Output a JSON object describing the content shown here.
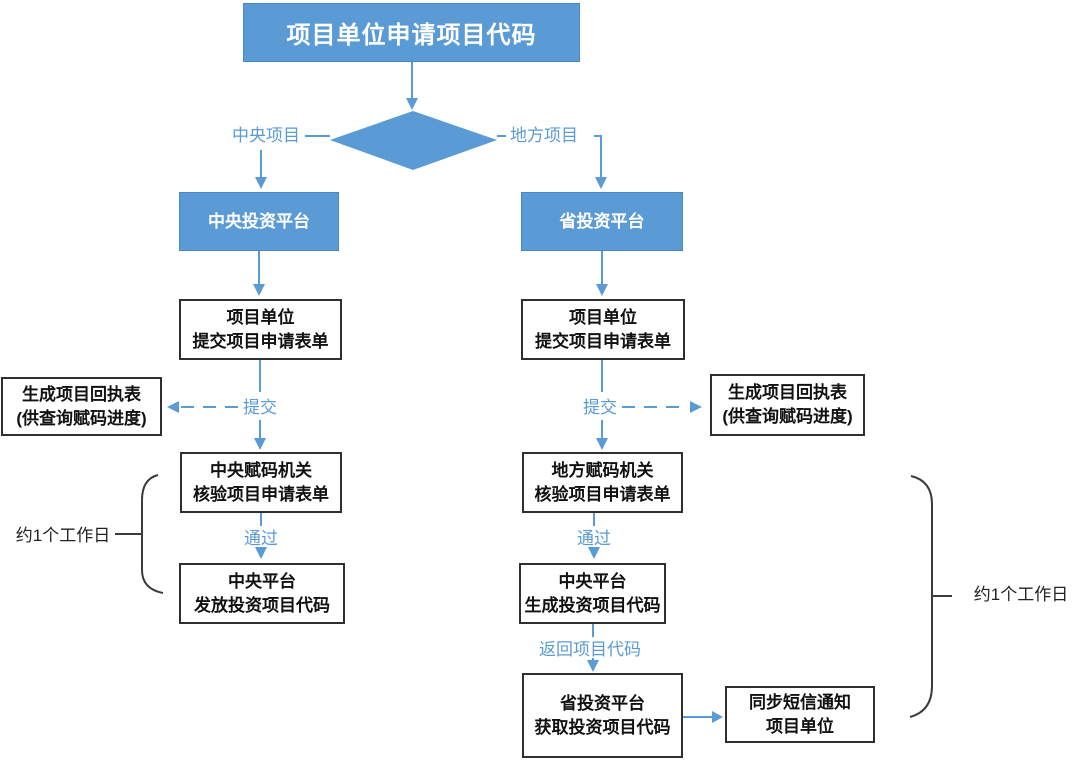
{
  "diagram_title": "项目单位申请项目代码",
  "colors": {
    "shape_blue": "#5b9bd5",
    "arrow_blue": "#5b9bd5",
    "box_border": "#2f2f2f",
    "box_text": "#111111",
    "background": "#ffffff"
  },
  "decision": {
    "left_branch_label": "中央项目",
    "right_branch_label": "地方项目"
  },
  "left_flow": {
    "platform": "中央投资平台",
    "submit_form": "项目单位\n提交项目申请表单",
    "submit_label": "提交",
    "receipt": "生成项目回执表\n(供查询赋码进度)",
    "verify": "中央赋码机关\n核验项目申请表单",
    "pass_label": "通过",
    "issue_code": "中央平台\n发放投资项目代码",
    "duration_label": "约1个工作日"
  },
  "right_flow": {
    "platform": "省投资平台",
    "submit_form": "项目单位\n提交项目申请表单",
    "submit_label": "提交",
    "receipt": "生成项目回执表\n(供查询赋码进度)",
    "verify": "地方赋码机关\n核验项目申请表单",
    "pass_label": "通过",
    "generate_code": "中央平台\n生成投资项目代码",
    "return_label": "返回项目代码",
    "fetch_code": "省投资平台\n获取投资项目代码",
    "sms_notify": "同步短信通知\n项目单位",
    "duration_label": "约1个工作日"
  }
}
